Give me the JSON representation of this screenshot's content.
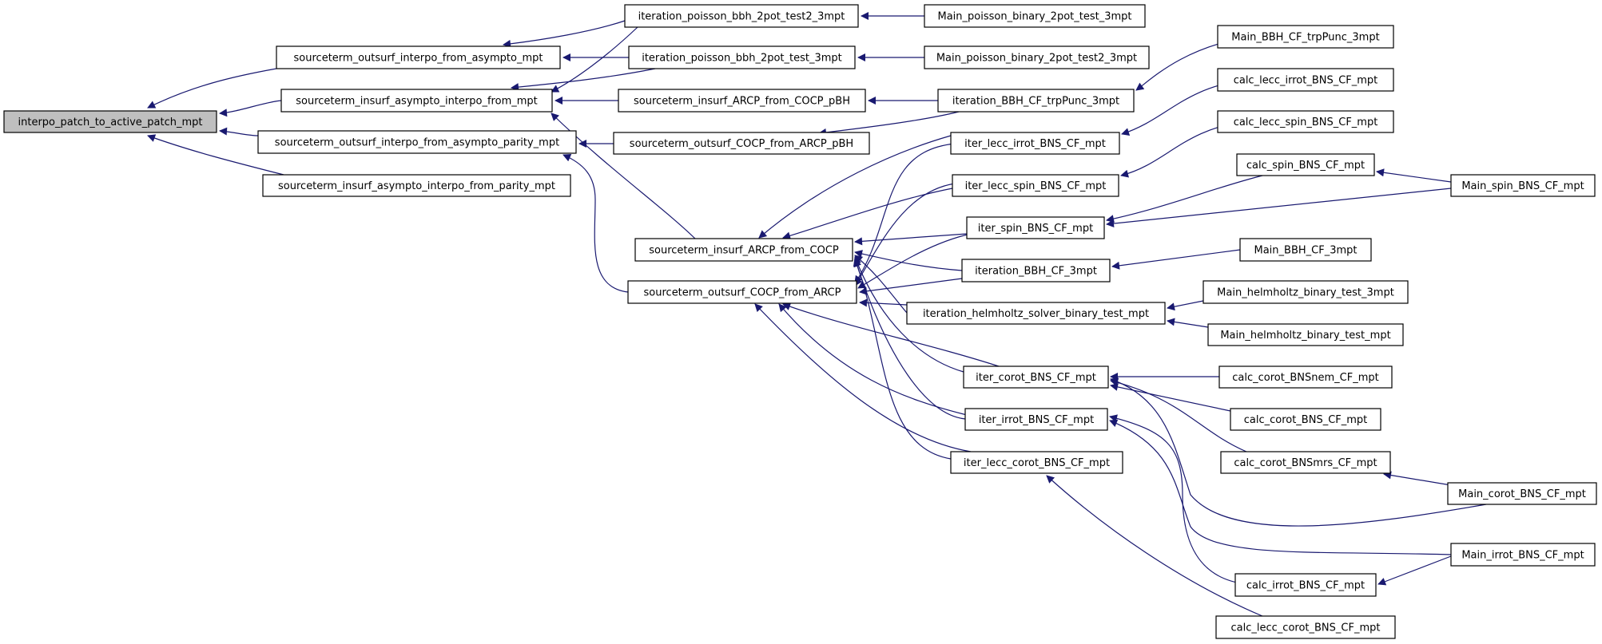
{
  "graph": {
    "arrow_color": "#191970",
    "root_fill": "#bfbfbf",
    "nodes": {
      "interpo_patch": "interpo_patch_to_active_patch_mpt",
      "so_interpo_asym": "sourceterm_outsurf_interpo_from_asympto_mpt",
      "si_asym_interpo": "sourceterm_insurf_asympto_interpo_from_mpt",
      "so_interpo_parity": "sourceterm_outsurf_interpo_from_asympto_parity_mpt",
      "si_asym_parity": "sourceterm_insurf_asympto_interpo_from_parity_mpt",
      "it_pois_test2": "iteration_poisson_bbh_2pot_test2_3mpt",
      "it_pois_test": "iteration_poisson_bbh_2pot_test_3mpt",
      "si_arcp_pbh": "sourceterm_insurf_ARCP_from_COCP_pBH",
      "so_cocp_pbh": "sourceterm_outsurf_COCP_from_ARCP_pBH",
      "si_arcp": "sourceterm_insurf_ARCP_from_COCP",
      "so_cocp": "sourceterm_outsurf_COCP_from_ARCP",
      "main_pois_test": "Main_poisson_binary_2pot_test_3mpt",
      "main_pois_test2": "Main_poisson_binary_2pot_test2_3mpt",
      "it_bbh_trp": "iteration_BBH_CF_trpPunc_3mpt",
      "iter_lecc_irrot": "iter_lecc_irrot_BNS_CF_mpt",
      "iter_lecc_spin": "iter_lecc_spin_BNS_CF_mpt",
      "iter_spin": "iter_spin_BNS_CF_mpt",
      "it_bbh_cf": "iteration_BBH_CF_3mpt",
      "it_helm": "iteration_helmholtz_solver_binary_test_mpt",
      "iter_corot": "iter_corot_BNS_CF_mpt",
      "iter_irrot": "iter_irrot_BNS_CF_mpt",
      "iter_lecc_corot": "iter_lecc_corot_BNS_CF_mpt",
      "main_bbh_trp": "Main_BBH_CF_trpPunc_3mpt",
      "calc_lecc_irrot": "calc_lecc_irrot_BNS_CF_mpt",
      "calc_lecc_spin": "calc_lecc_spin_BNS_CF_mpt",
      "calc_spin": "calc_spin_BNS_CF_mpt",
      "main_bbh_cf": "Main_BBH_CF_3mpt",
      "main_helm_3": "Main_helmholtz_binary_test_3mpt",
      "main_helm": "Main_helmholtz_binary_test_mpt",
      "calc_corot_nem": "calc_corot_BNSnem_CF_mpt",
      "calc_corot": "calc_corot_BNS_CF_mpt",
      "calc_corot_mrs": "calc_corot_BNSmrs_CF_mpt",
      "calc_irrot": "calc_irrot_BNS_CF_mpt",
      "calc_lecc_corot": "calc_lecc_corot_BNS_CF_mpt",
      "main_spin": "Main_spin_BNS_CF_mpt",
      "main_corot": "Main_corot_BNS_CF_mpt",
      "main_irrot": "Main_irrot_BNS_CF_mpt"
    }
  }
}
